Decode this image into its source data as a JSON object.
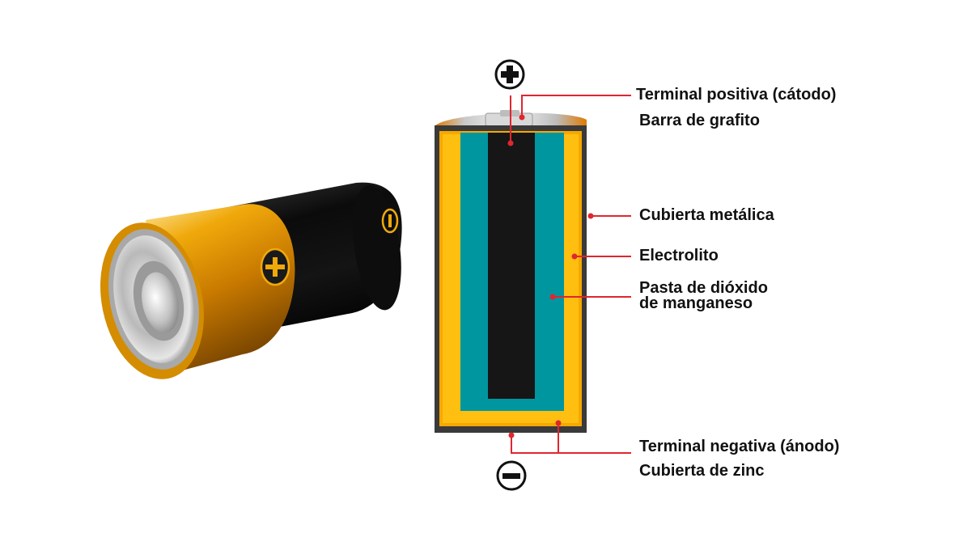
{
  "labels": {
    "terminal_positiva": "Terminal positiva (cátodo)",
    "barra_grafito": "Barra de grafito",
    "cubierta_metalica": "Cubierta metálica",
    "electrolito": "Electrolito",
    "pasta": "Pasta de dióxido\nde manganeso",
    "terminal_negativa": "Terminal negativa (ánodo)",
    "cubierta_zinc": "Cubierta de zinc"
  },
  "symbols": {
    "plus": "+",
    "minus": "−"
  },
  "colors": {
    "leader_line": "#e0262f",
    "gold": "#f6a800",
    "yellow": "#ffc20e",
    "teal": "#0096a0",
    "core": "#161616",
    "casing": "#3a3a3a"
  }
}
